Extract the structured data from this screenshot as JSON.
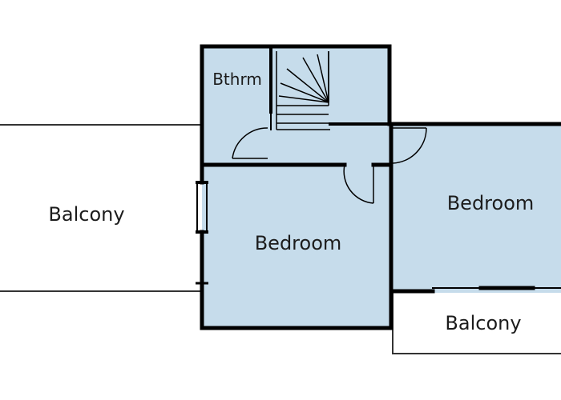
{
  "colors": {
    "room_fill": "#c6dceb",
    "wall": "#000000",
    "balcony_fill": "#ffffff",
    "background": "#ffffff"
  },
  "rooms": {
    "bathroom": {
      "label": "Bthrm",
      "fill": "room_fill"
    },
    "staircase": {
      "label": "",
      "fill": "room_fill"
    },
    "landing": {
      "label": "",
      "fill": "room_fill"
    },
    "bedroom_left": {
      "label": "Bedroom",
      "fill": "room_fill"
    },
    "bedroom_right": {
      "label": "Bedroom",
      "fill": "room_fill"
    },
    "balcony_left": {
      "label": "Balcony",
      "fill": "balcony_fill"
    },
    "balcony_right": {
      "label": "Balcony",
      "fill": "balcony_fill"
    }
  }
}
